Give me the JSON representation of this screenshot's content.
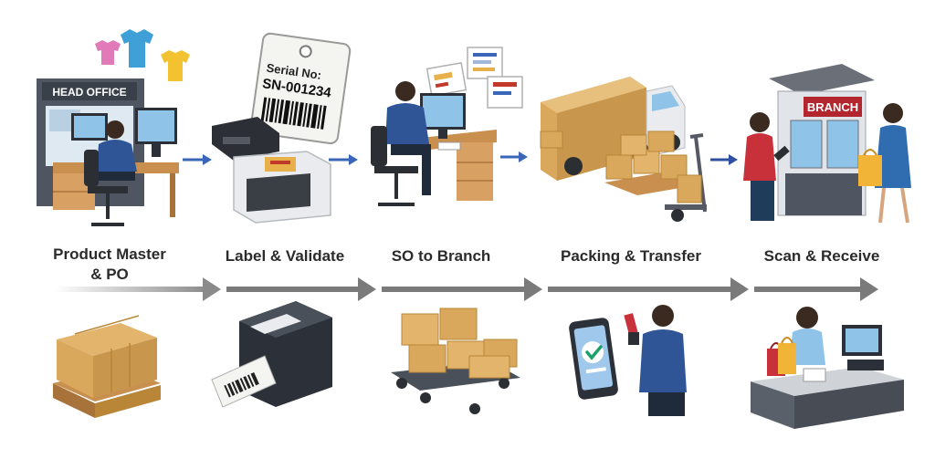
{
  "steps": [
    {
      "label_line1": "Product Master",
      "label_line2": "& PO"
    },
    {
      "label_line1": "Label & Validate",
      "label_line2": ""
    },
    {
      "label_line1": "SO to Branch",
      "label_line2": ""
    },
    {
      "label_line1": "Packing & Transfer",
      "label_line2": ""
    },
    {
      "label_line1": "Scan & Receive",
      "label_line2": ""
    }
  ],
  "signs": {
    "head_office": "HEAD OFFICE",
    "branch": "BRANCH"
  },
  "tag": {
    "line1": "Serial No:",
    "line2": "SN-001234"
  },
  "colors": {
    "flow_arrow": "#3a66b8",
    "progress_arrow": "#7a7a7a",
    "box": "#d9a85c",
    "box_dark": "#b98637",
    "shirt_blue": "#3fa0d8",
    "shirt_pink": "#e07ab8",
    "shirt_yellow": "#f2c230",
    "worker_shirt": "#2f5597",
    "customer_shirt": "#c8313a",
    "check_green": "#1e9e6b"
  }
}
